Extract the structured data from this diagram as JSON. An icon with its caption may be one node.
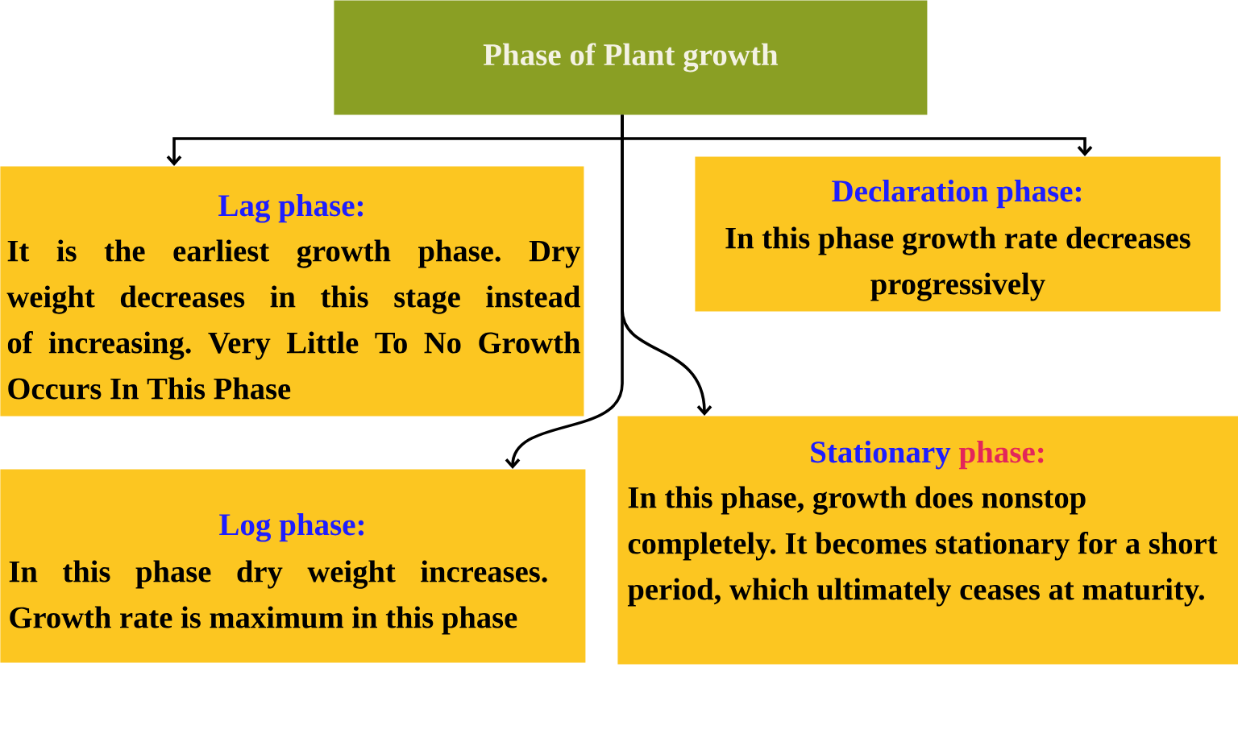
{
  "diagram": {
    "nodes": [
      {
        "text": [
          "Phase of Plant growth"
        ]
      },
      {
        "text": [
          "Lag phase:",
          "It is the earliest growth phase. Dry weight decreases in this stage instead of increasing. Very Little To No Growth Occurs In This Phase"
        ]
      },
      {
        "text": [
          "Declaration phase:",
          "In this phase growth rate decreases progressively"
        ]
      },
      {
        "text": [
          "Log phase:",
          "In this phase dry weight increases. Growth rate is maximum in this phase"
        ]
      },
      {
        "text": [
          "Stationary phase:",
          "In this phase, growth does nonstop completely. It becomes stationary for a short period, which ultimately ceases at maturity."
        ]
      }
    ],
    "edges": [
      {
        "from": 0,
        "to": 1,
        "arrow": "to"
      },
      {
        "from": 0,
        "to": 2,
        "arrow": "to"
      },
      {
        "from": 0,
        "to": 3,
        "arrow": "to"
      },
      {
        "from": 0,
        "to": 4,
        "arrow": "to"
      }
    ]
  }
}
